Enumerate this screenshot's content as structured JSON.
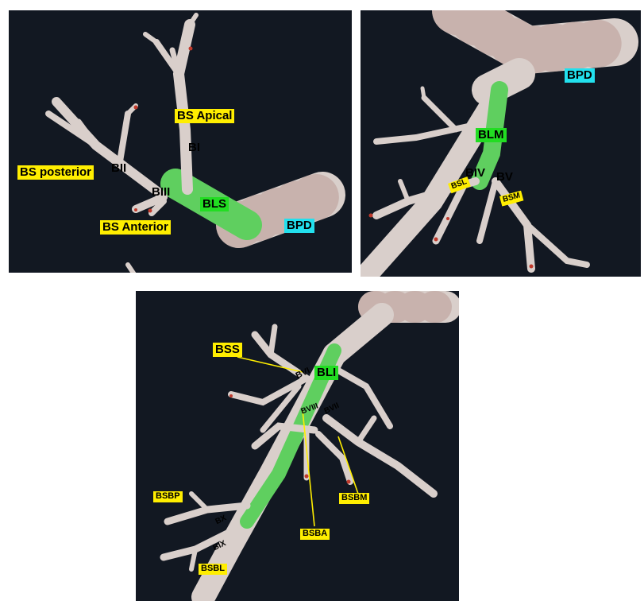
{
  "panel_superior": {
    "labels": {
      "bs_apical": "BS Apical",
      "bi": "BI",
      "bs_posterior": "BS posterior",
      "bii": "BII",
      "biii": "BIII",
      "bls": "BLS",
      "bs_anterior": "BS Anterior",
      "bpd": "BPD"
    }
  },
  "panel_lingular": {
    "labels": {
      "bpd": "BPD",
      "blm": "BLM",
      "bsl": "BSL",
      "biv": "BIV",
      "bv": "BV",
      "bsm": "BSM"
    }
  },
  "panel_inferior": {
    "labels": {
      "bss": "BSS",
      "bvi": "BVI",
      "bli": "BLI",
      "bviii": "BVIII",
      "bvii": "BVII",
      "bsbp": "BSBP",
      "bsbm": "BSBM",
      "bx": "BX",
      "bix": "BIX",
      "bsba": "BSBA",
      "bsbl": "BSBL"
    }
  },
  "colors": {
    "background": "#121822",
    "highlight_green": "#22dd22",
    "label_yellow": "#ffee00",
    "label_cyan": "#22e0ee",
    "airway": "#d9cfcb",
    "airway_ring": "#b99b96",
    "leader_line": "#ffee00"
  }
}
